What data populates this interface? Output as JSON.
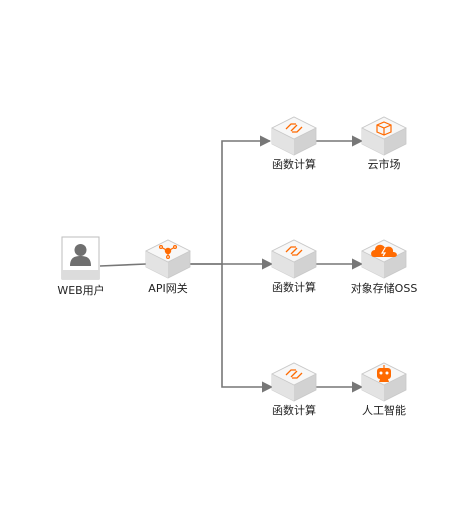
{
  "nodes": {
    "web_user": {
      "label": "WEB用户"
    },
    "api_gateway": {
      "label": "API网关"
    },
    "fc_top": {
      "label": "函数计算"
    },
    "fc_middle": {
      "label": "函数计算"
    },
    "fc_bottom": {
      "label": "函数计算"
    },
    "marketplace": {
      "label": "云市场"
    },
    "oss": {
      "label": "对象存储OSS"
    },
    "ai": {
      "label": "人工智能"
    }
  },
  "colors": {
    "accent": "#ff6a00",
    "edge": "#777777",
    "cube_top": "#f7f7f7",
    "cube_left": "#e3e3e3",
    "cube_right": "#d2d2d2",
    "cube_outline": "#c8c8c8",
    "user_icon": "#6f6f6f"
  },
  "icons": {
    "web_user": "user-avatar-icon",
    "api_gateway": "api-gateway-icon",
    "function_compute": "function-compute-icon",
    "marketplace": "marketplace-box-icon",
    "oss": "cloud-storage-icon",
    "ai": "robot-icon"
  }
}
